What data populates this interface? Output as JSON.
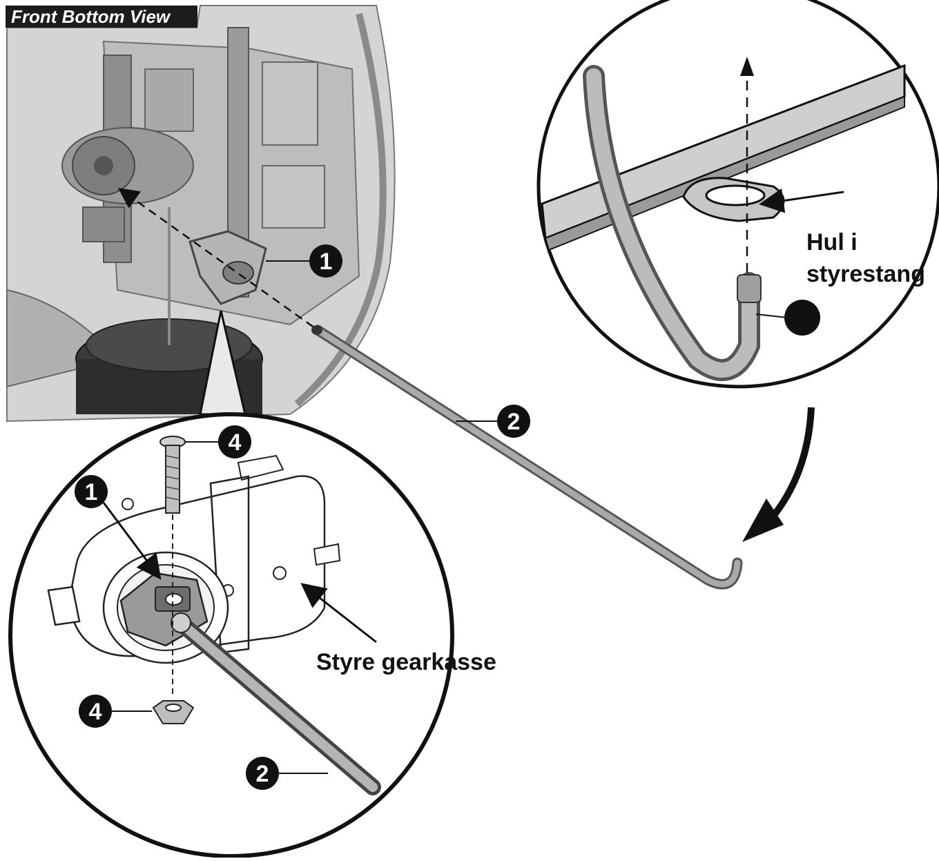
{
  "header": {
    "view_title": "Front Bottom View"
  },
  "callouts": {
    "part_1": "1",
    "part_2": "2",
    "part_4": "4"
  },
  "labels": {
    "hole_in_steering_rod_line1": "Hul i",
    "hole_in_steering_rod_line2": "styrestang",
    "steering_gearbox": "Styre gearkasse"
  },
  "colors": {
    "line": "#111111",
    "vehicle_grey": "#c9c9c9",
    "rod_grey": "#9a9a9a",
    "callout_fill": "#111111"
  }
}
